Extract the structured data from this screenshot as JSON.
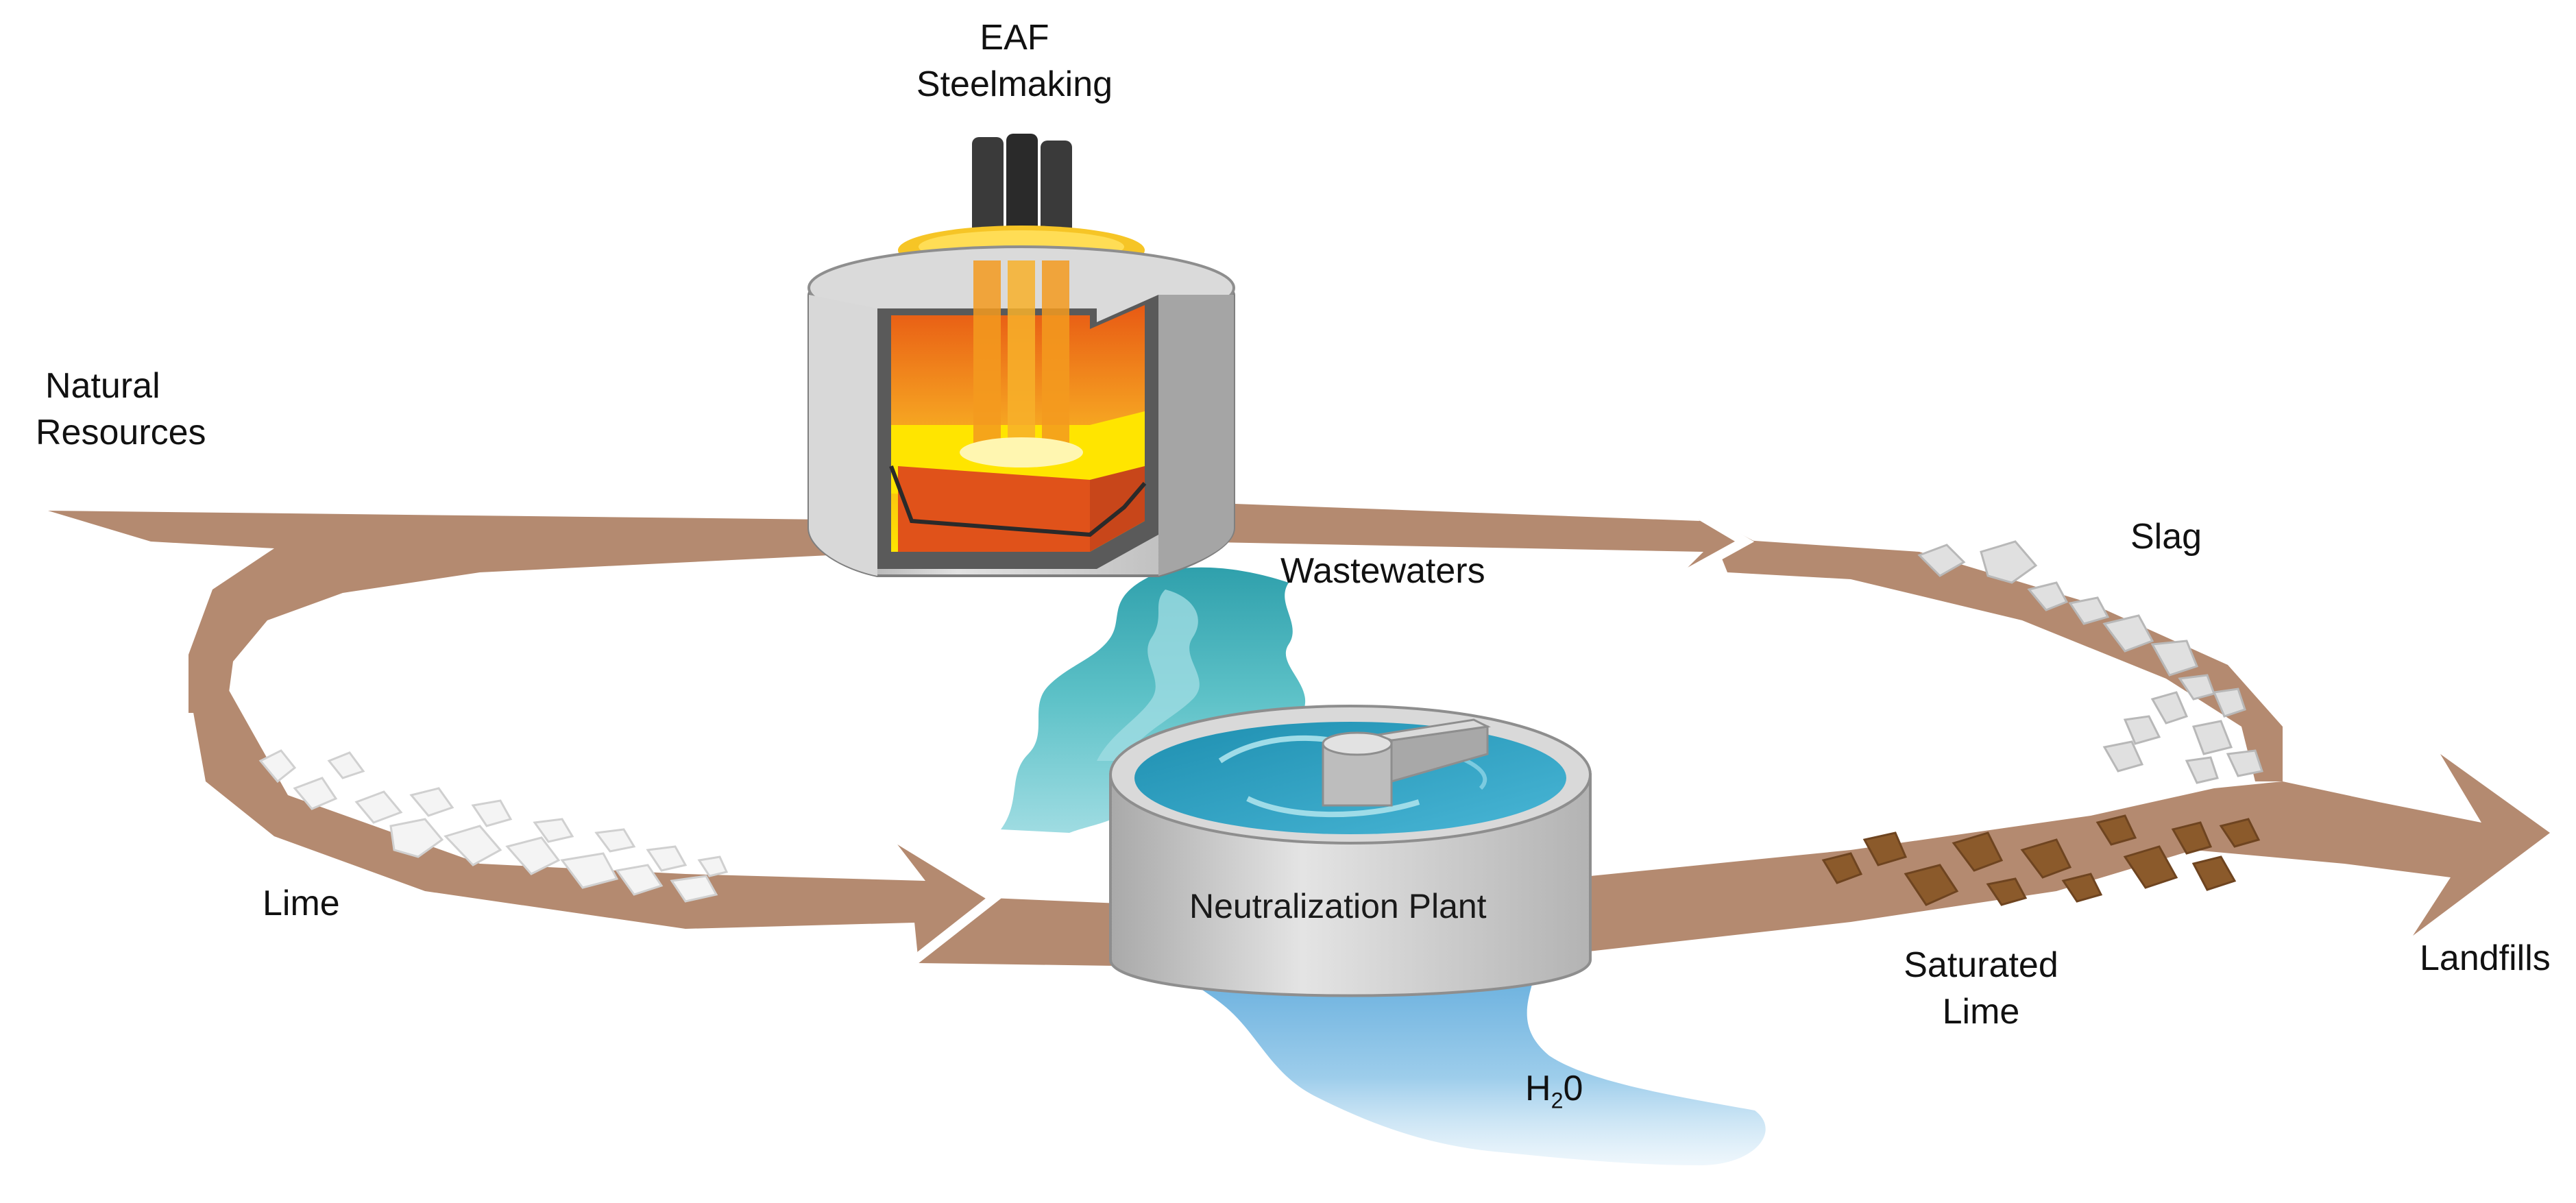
{
  "labels": {
    "eaf_line1": "EAF",
    "eaf_line2": "Steelmaking",
    "natural_line1": "Natural",
    "natural_line2": "Resources",
    "wastewaters": "Wastewaters",
    "slag": "Slag",
    "lime": "Lime",
    "neutralization": "Neutralization Plant",
    "saturated_line1": "Saturated",
    "saturated_line2": "Lime",
    "landfills": "Landfills",
    "h2o_base": "H",
    "h2o_sub": "2",
    "h2o_tail": "0"
  },
  "colors": {
    "flow": "#B48A70",
    "flow_edge": "#A67B62",
    "water": "#5EC2C8",
    "water_dark": "#2FA0AC",
    "water_light": "#9FDCE2",
    "outflow": "#7FBCE2",
    "steel_gray": "#C9C9C9",
    "steel_dark": "#8E8E8E",
    "molten_orange": "#F28C1A",
    "molten_yellow": "#FFE100",
    "molten_red": "#E0521A",
    "electrode": "#3A3A3A",
    "lid": "#F6C526",
    "rock_light": "#E6E6E6",
    "rock_brown": "#8B5A2B"
  },
  "icons": {
    "furnace": "eaf-furnace-icon",
    "plant": "neutralization-tank-icon"
  }
}
